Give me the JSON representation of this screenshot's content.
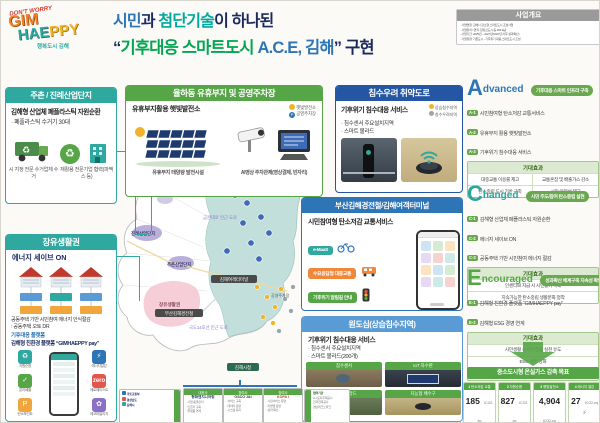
{
  "colors": {
    "teal": "#2fa8a0",
    "green": "#56a546",
    "blue": "#2e75b6",
    "dark_blue": "#2456a4",
    "light_blue": "#5b9bd5",
    "navy": "#1b2a5e",
    "pill_green": "#6aa84f",
    "accent_orange": "#f0883c"
  },
  "header": {
    "logo": {
      "tagline": "DON'T WORRY",
      "gim": "GIM",
      "hae": "HAE",
      "ppy": "PPY",
      "sub": "행복도시 김해"
    },
    "title": {
      "l1a": "시민",
      "l1b": "과 ",
      "l1c": "첨단기술",
      "l1d": "이 하나된",
      "l2a": "“",
      "l2b": "기후대응 스마트도시",
      "l2c": " A.C.E, 김해",
      "l2d": "”",
      "l2e": " 구현"
    },
    "overview": {
      "title": "사업개요",
      "items": [
        "· 사업명칭: 김해시 강소형 스마트도시 조성사업",
        "· 사업위치 / 면적: 장유신도시 등 463.3㎢",
        "· 사업기간: 2025년 ~ 2027년(2027년 이후 성과확산)",
        "· 사업유형: 기존도시 - 기후위기 대응 스마트도시 조성"
      ]
    }
  },
  "jucheon": {
    "title": "주촌 / 진례산업단지",
    "line1": "김해형 산업체 폐플라스틱 자원순환",
    "line2": "· 폐플라스틱 수거기 30대",
    "cap1": "시 지정 전문 수거업체 수거",
    "cap2": "재활용 전문기업 협력(파맥스 등)"
  },
  "jangyu": {
    "title": "장유생활권",
    "subtitle": "에너지 세이브 ON",
    "body1": "공동주택 기반 시민참여 에너지 인식절감",
    "body2": ": 공동주택 오토 DR",
    "body3": "기후대응 플랫폼",
    "body4": "김해형 친환경 플랫폼 “GIMHAEPPY pay”",
    "apps": [
      "자원순환",
      "분리배출",
      "탄소포인트",
      "에너지절감",
      "제로웨이스트",
      "에코마일리지"
    ]
  },
  "yulha": {
    "title": "율하동 유휴부지 및 공영주차장",
    "line1": "유휴부지활용 햇빛발전소",
    "legend": [
      "햇빛발전소",
      "공영주차장"
    ],
    "cap1": "유휴부지 태양광 발전시설",
    "cap2": "AI영상 주차관제(영상결제, 빈자리)"
  },
  "floodroad": {
    "title": "침수우려 취약도로",
    "line1": "기후위기 침수대응 서비스",
    "b1": "· 침수센서 주요설치지역",
    "b2": "· 스마트 볼라드",
    "legend1": "상습침수지역",
    "legend2": "침수우려지역"
  },
  "lrt": {
    "title": "부산김해경전철/김해여객터미널",
    "line1": "시민참여형 탄소저감 교통서비스",
    "items": [
      "e-MaaS",
      "수요응답형 대중교통",
      "기후위기 알림길 안내"
    ]
  },
  "oldtown": {
    "title": "원도심(상습침수지역)",
    "line1": "기후위기 침수대응 서비스",
    "b1": "· 침수센서 주요설치지역",
    "b2": "· 스마트 볼라드(200개)",
    "cards": [
      "침수센서",
      "IoT 차수판",
      "스마트 볼라드",
      "지능형 배수구"
    ]
  },
  "ace": {
    "a": {
      "letter": "A",
      "word": "dvanced",
      "pill": "기후대응 스마트 인프라 구축",
      "items": [
        {
          "chip": "A-1",
          "text": "시민참여형 탄소저감 교통서비스"
        },
        {
          "chip": "A-2",
          "text": "유휴부지 활용 햇빛발전소"
        },
        {
          "chip": "A-3",
          "text": "기후위기 침수대응 서비스"
        }
      ],
      "effects_title": "기대효과",
      "effects": [
        "대중교통 이용률 제고",
        "교통혼잡 및 배출가스 감소",
        "탄소중립 도시 기반 구축",
        "시민 안전성 제고"
      ]
    },
    "c": {
      "letter": "C",
      "word": "hanged",
      "pill": "시민 주도/참여 탄소중립 실현",
      "items": [
        {
          "chip": "C-1",
          "text": "김해형 산업체 폐플라스틱 자원순환"
        },
        {
          "chip": "C-2",
          "text": "에너지 세이브 ON"
        },
        {
          "chip": "C-3",
          "text": "공동주택 기반 시민참여 에너지 절감"
        }
      ],
      "effects_title": "기대효과",
      "effects": [
        "인센티브 지급 시 시민참여 확대",
        "지속가능한 탄소중립 생활문화 정착"
      ]
    },
    "e": {
      "letter": "E",
      "word": "ncouraged",
      "pill": "성과확산 체계구축 지속성 확보",
      "items": [
        {
          "chip": "E-1",
          "text": "김해형 친환경 플랫폼 “GIMHAEPPY pay”"
        },
        {
          "chip": "E-2",
          "text": "김해형 ESG 경영 연계"
        }
      ],
      "effects_title": "기대효과",
      "effects": [
        "시민생활 속 탄소중립 실천 유도",
        "ESG 경영 강화",
        "시민·기업 탄소중립 실천 확대"
      ]
    }
  },
  "goal": {
    "banner": "중소도시형 온실가스 감축 목표",
    "unit": "tCO2-eq",
    "cards": [
      {
        "no": "1",
        "label": "탄소저감 교통",
        "value": "185"
      },
      {
        "no": "2",
        "label": "자원순환",
        "value": "827"
      },
      {
        "no": "3",
        "label": "햇빛발전소",
        "value": "4,904"
      },
      {
        "no": "4",
        "label": "에너지 절감",
        "value": "27"
      }
    ]
  },
  "map": {
    "labels": {
      "jinrye": "진례산업단지",
      "juchon": "주촌산업단지",
      "jangyu": "장유생활권",
      "terminal": "김해여객터미널",
      "lrt": "부산김해경전철",
      "cityhall": "김해시청",
      "road1": "금관대로 인근 도로",
      "road2": "국도14호선 인근 도로",
      "parking": "공영주차장",
      "port": "부산신항"
    }
  },
  "consortium": {
    "left": {
      "rows": [
        "국토교통부",
        "경상남도",
        "김해시"
      ]
    },
    "cols": [
      {
        "hd": "대표사",
        "name": "평화엔지니어링",
        "b": [
          "· 사업 총괄관리",
          "· 인프라 구축",
          "· 플랫폼 연계"
        ]
      },
      {
        "hd": "참여사",
        "name": "OSCO J&I",
        "b": [
          "· 서비스 구축",
          "· 데이터 운영",
          "· 시스템 유지"
        ]
      },
      {
        "hd": "참여사",
        "name": "KOPA I",
        "b": [
          "· 시민서비스 운영",
          "· 리빙랩 운영",
          "· 성과 확산"
        ]
      }
    ],
    "right": {
      "rows": [
        "협력기관",
        "LH 토지주택공사",
        "한국전력공사",
        "경남테크노파크"
      ]
    }
  }
}
